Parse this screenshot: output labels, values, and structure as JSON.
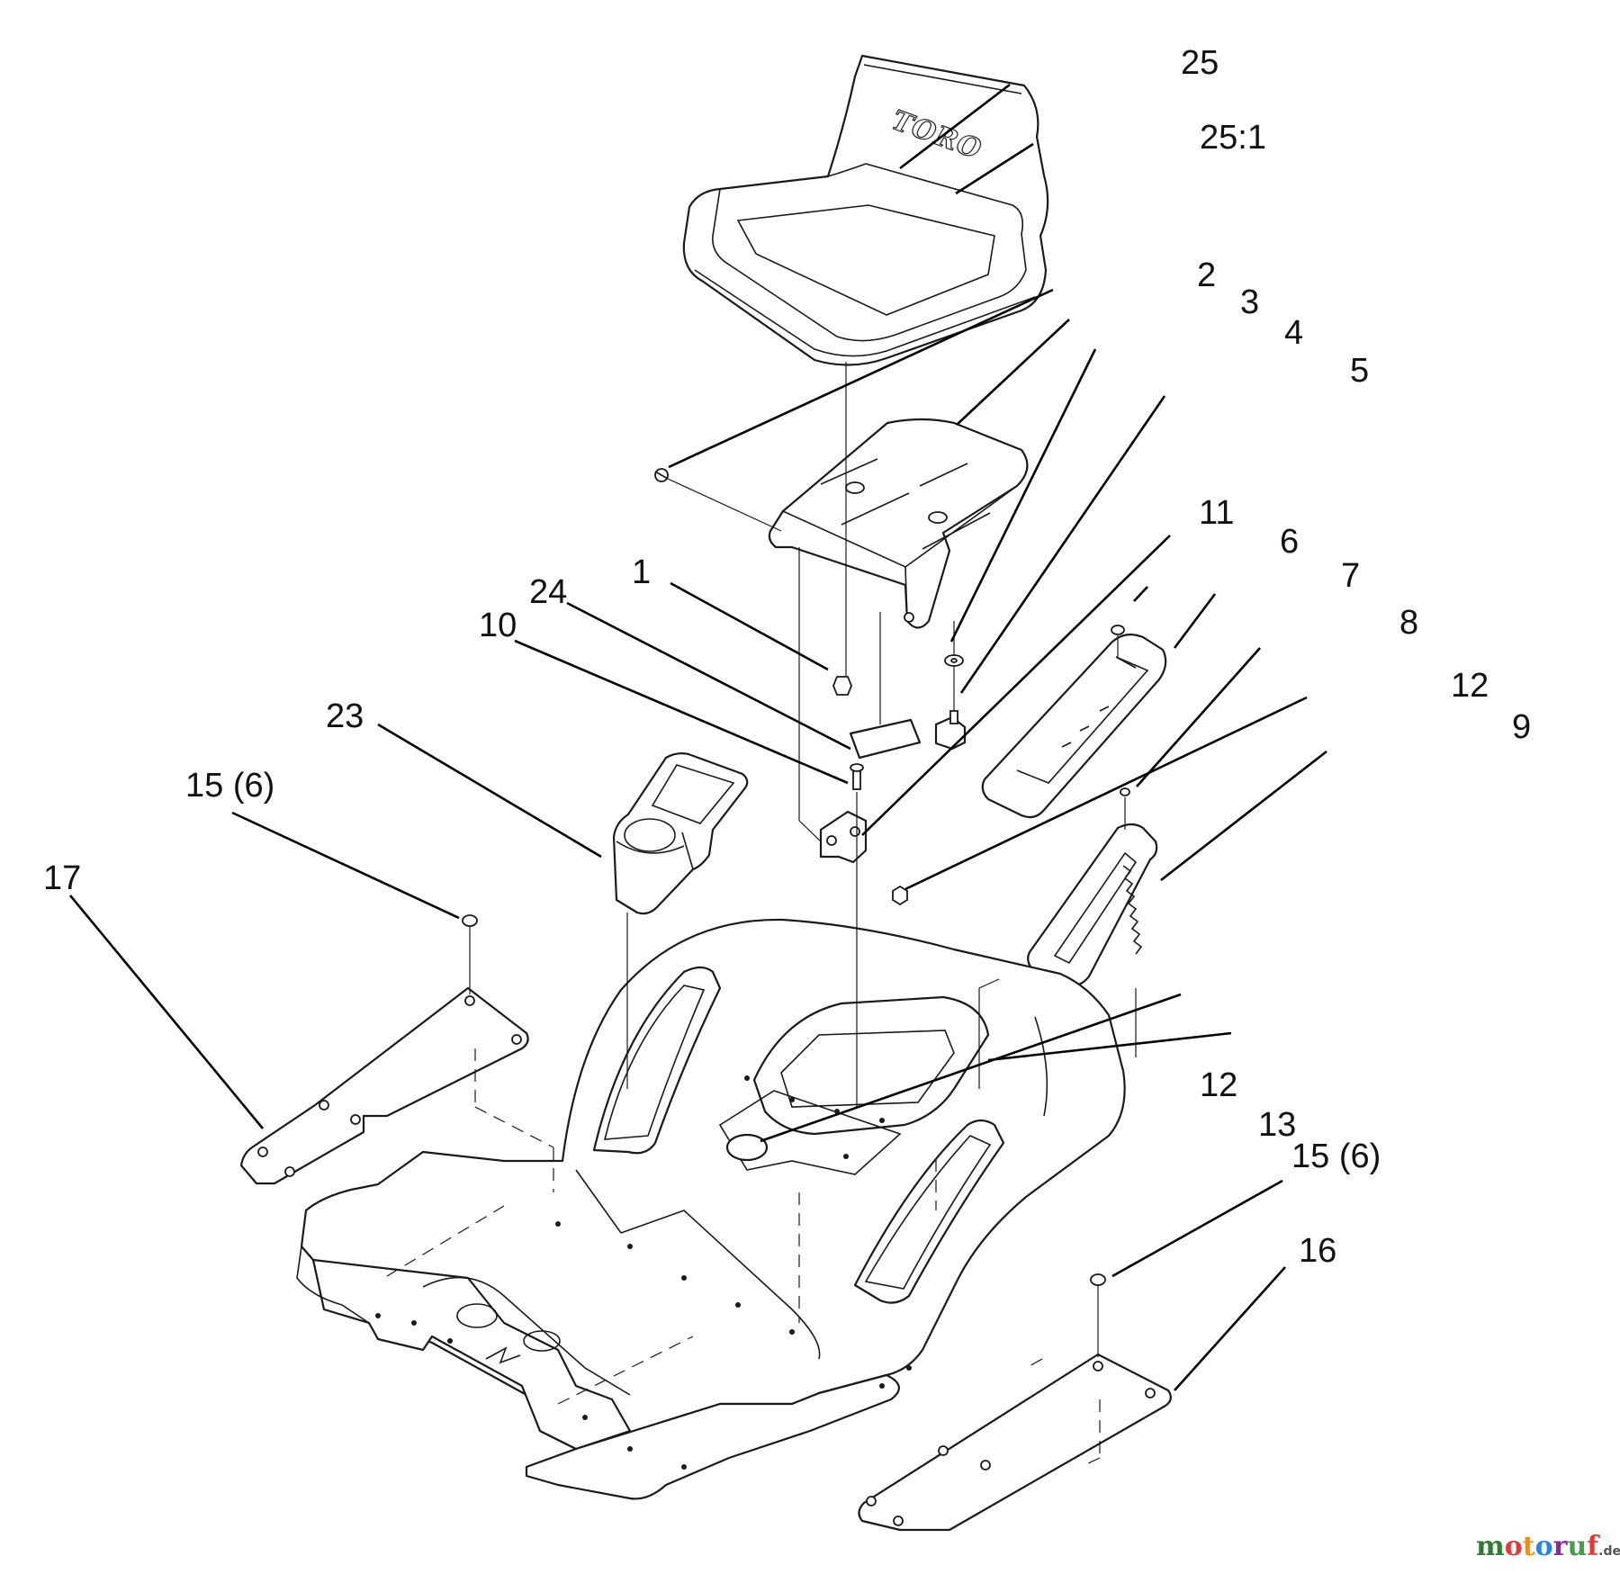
{
  "seat_brand": "TORO",
  "callouts": [
    {
      "id": "c25",
      "text": "25"
    },
    {
      "id": "c25-1",
      "text": "25:1"
    },
    {
      "id": "c2",
      "text": "2"
    },
    {
      "id": "c3",
      "text": "3"
    },
    {
      "id": "c4",
      "text": "4"
    },
    {
      "id": "c5",
      "text": "5"
    },
    {
      "id": "c11",
      "text": "11"
    },
    {
      "id": "c6",
      "text": "6"
    },
    {
      "id": "c1",
      "text": "1"
    },
    {
      "id": "c24",
      "text": "24"
    },
    {
      "id": "c7",
      "text": "7"
    },
    {
      "id": "c10",
      "text": "10"
    },
    {
      "id": "c8",
      "text": "8"
    },
    {
      "id": "c12a",
      "text": "12"
    },
    {
      "id": "c23",
      "text": "23"
    },
    {
      "id": "c9",
      "text": "9"
    },
    {
      "id": "c15a",
      "text": "15 (6)"
    },
    {
      "id": "c17",
      "text": "17"
    },
    {
      "id": "c12b",
      "text": "12"
    },
    {
      "id": "c13",
      "text": "13"
    },
    {
      "id": "c15b",
      "text": "15 (6)"
    },
    {
      "id": "c16",
      "text": "16"
    }
  ],
  "watermark": {
    "letters": [
      {
        "t": "m",
        "color": "#2e7d32"
      },
      {
        "t": "o",
        "color": "#e53935"
      },
      {
        "t": "t",
        "color": "#fb8c00"
      },
      {
        "t": "o",
        "color": "#1e88e5"
      },
      {
        "t": "r",
        "color": "#8e24aa"
      },
      {
        "t": "u",
        "color": "#43a047"
      },
      {
        "t": "f",
        "color": "#e53935"
      }
    ],
    "tld": ".de",
    "tld_color": "#555555"
  }
}
